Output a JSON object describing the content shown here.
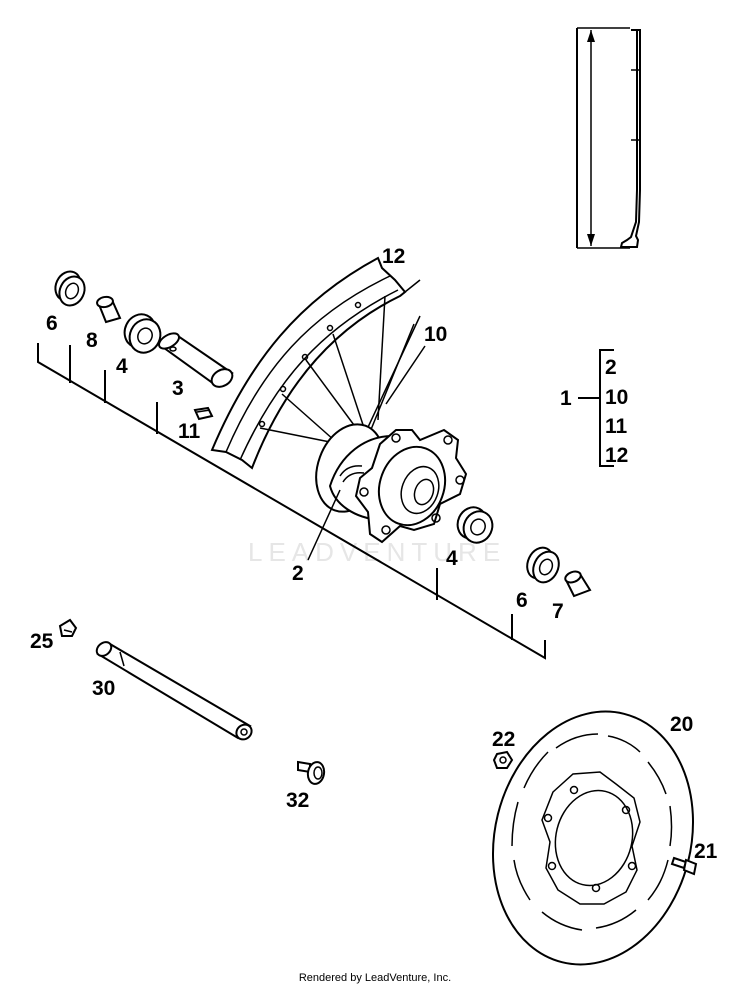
{
  "callouts": {
    "c12": "12",
    "c10": "10",
    "c6a": "6",
    "c8": "8",
    "c4a": "4",
    "c3": "3",
    "c11": "11",
    "c2": "2",
    "c4b": "4",
    "c6b": "6",
    "c7": "7",
    "c25": "25",
    "c30": "30",
    "c32": "32",
    "c22": "22",
    "c20": "20",
    "c21": "21"
  },
  "kit": {
    "label": "1",
    "items": [
      "2",
      "10",
      "11",
      "12"
    ]
  },
  "watermark": "LEADVENTURE",
  "footer": "Rendered by LeadVenture, Inc."
}
